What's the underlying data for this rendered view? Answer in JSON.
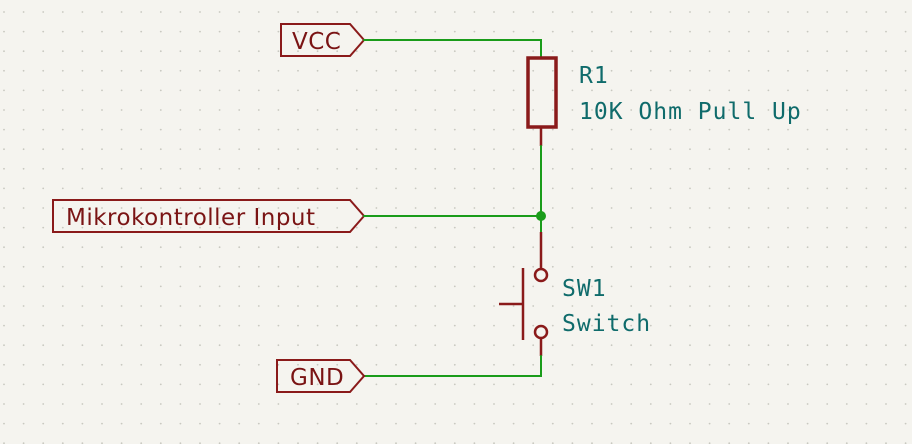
{
  "labels": {
    "vcc": "VCC",
    "input": "Mikrokontroller Input",
    "gnd": "GND"
  },
  "resistor": {
    "ref": "R1",
    "value": "10K Ohm Pull Up"
  },
  "switch": {
    "ref": "SW1",
    "value": "Switch"
  },
  "colors": {
    "wire": "#1a9c1a",
    "symbol": "#8a1a1a",
    "reference_text": "#0f6b6b",
    "background": "#f5f4ef"
  }
}
